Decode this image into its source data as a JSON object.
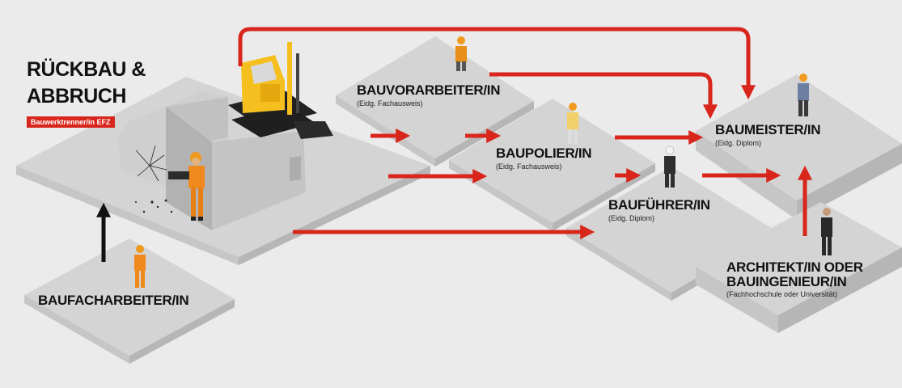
{
  "colors": {
    "background": "#ebebeb",
    "platform_top": "#d4d4d4",
    "platform_side": "#b6b6b6",
    "platform_front": "#c6c6c6",
    "arrow_red": "#d9261c",
    "arrow_black": "#111111",
    "badge": "#d9261c"
  },
  "diagram": {
    "main": {
      "title_line1": "RÜCKBAU &",
      "title_line2": "ABBRUCH",
      "badge": "Bauwerktrenner/in EFZ"
    },
    "nodes": {
      "baufacharbeiter": {
        "title": "BAUFACHARBEITER/IN"
      },
      "bauvorarbeiter": {
        "title": "BAUVORARBEITER/IN",
        "subtitle": "(Eidg. Fachausweis)"
      },
      "baupolier": {
        "title": "BAUPOLIER/IN",
        "subtitle": "(Eidg. Fachausweis)"
      },
      "baufuehrer": {
        "title": "BAUFÜHRER/IN",
        "subtitle": "(Eidg. Diplom)"
      },
      "baumeister": {
        "title": "BAUMEISTER/IN",
        "subtitle": "(Eidg. Diplom)"
      },
      "architekt": {
        "title_line1": "ARCHITEKT/IN ODER",
        "title_line2": "BAUINGENIEUR/IN",
        "subtitle": "(Fachhochschule oder Universität)"
      }
    }
  }
}
